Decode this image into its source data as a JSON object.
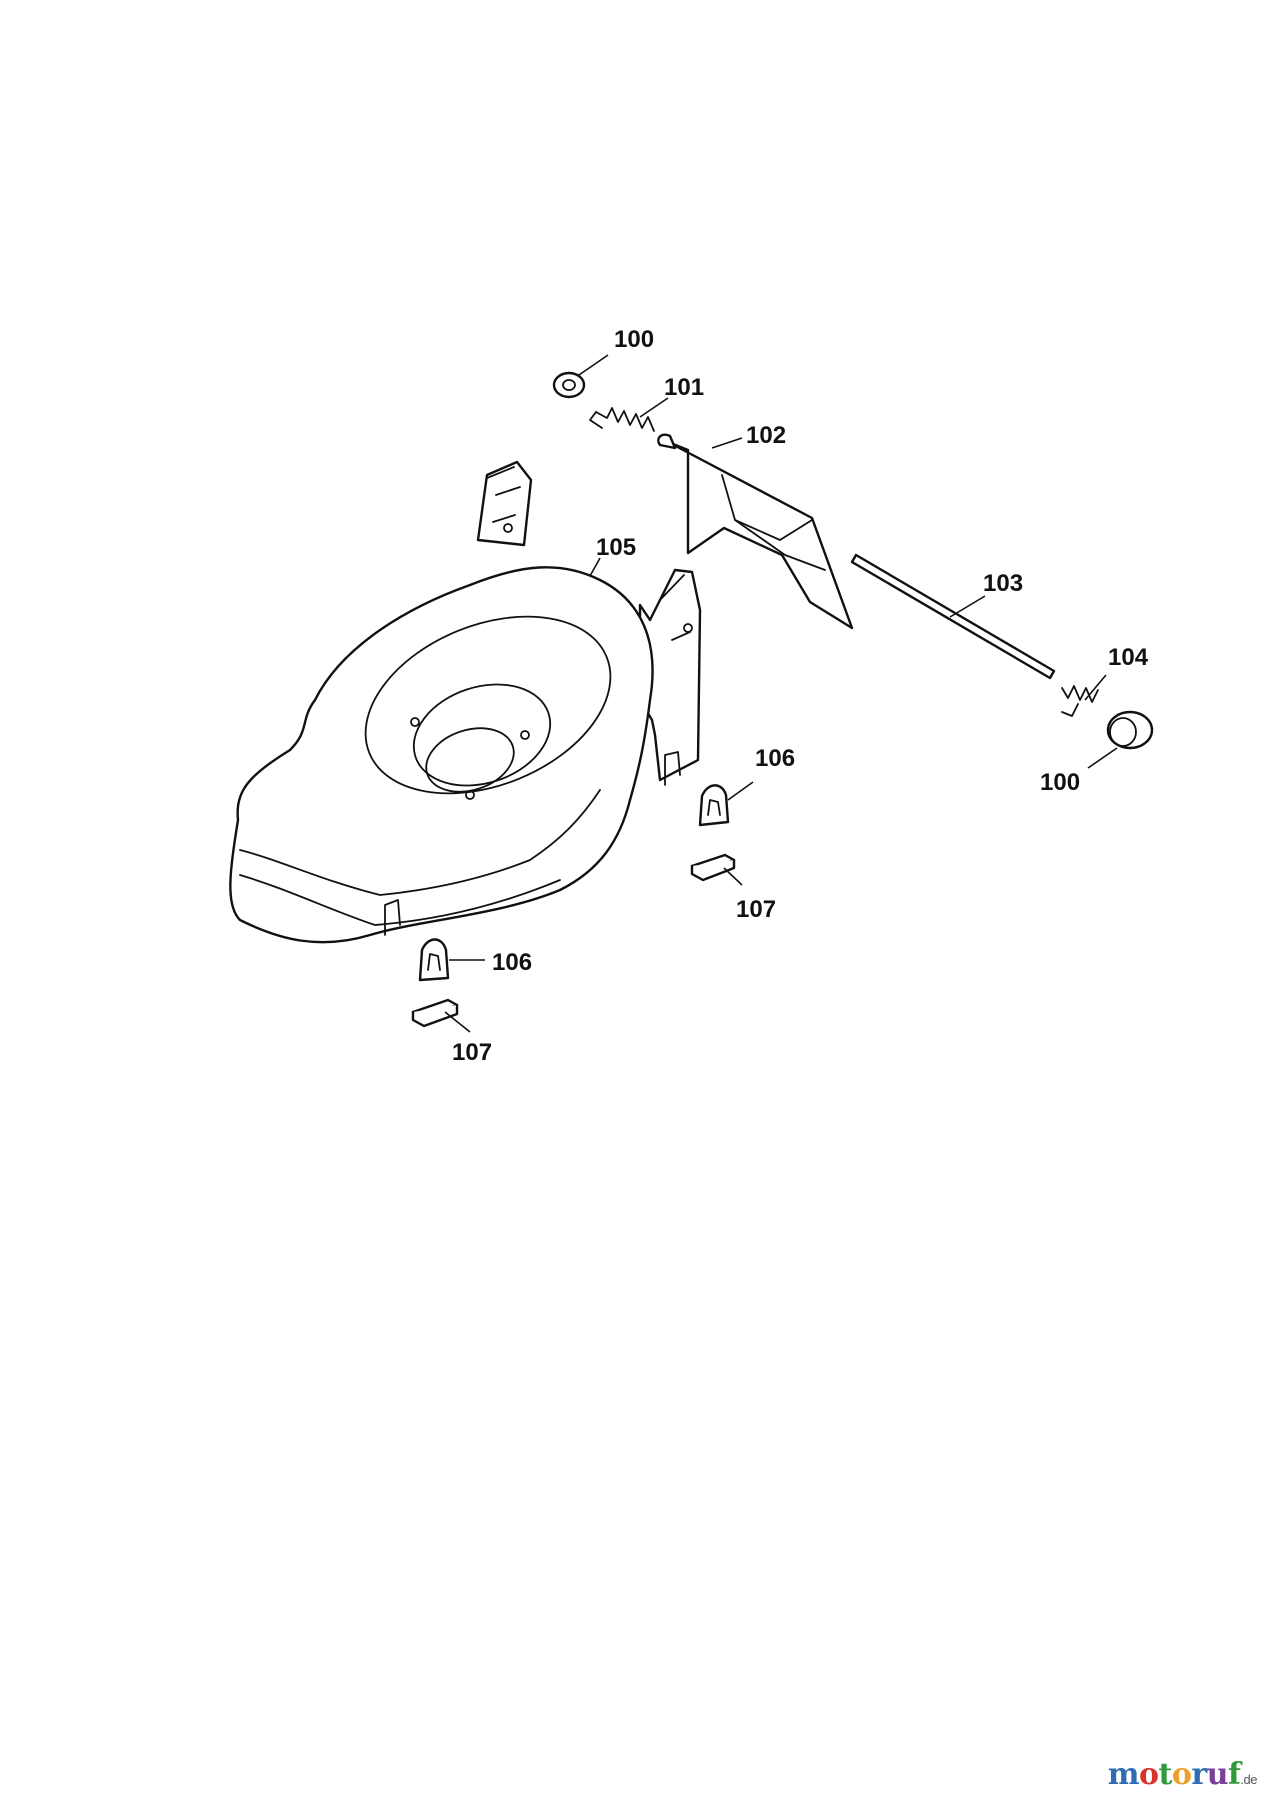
{
  "diagram": {
    "callouts": [
      {
        "id": "c100a",
        "label": "100"
      },
      {
        "id": "c101",
        "label": "101"
      },
      {
        "id": "c102",
        "label": "102"
      },
      {
        "id": "c103",
        "label": "103"
      },
      {
        "id": "c104",
        "label": "104"
      },
      {
        "id": "c100b",
        "label": "100"
      },
      {
        "id": "c105",
        "label": "105"
      },
      {
        "id": "c106a",
        "label": "106"
      },
      {
        "id": "c107a",
        "label": "107"
      },
      {
        "id": "c106b",
        "label": "106"
      },
      {
        "id": "c107b",
        "label": "107"
      }
    ]
  },
  "watermark": {
    "letters": [
      "m",
      "o",
      "t",
      "o",
      "r",
      "u",
      "f"
    ],
    "suffix": ".de",
    "colors": [
      "#2e6db4",
      "#d9322a",
      "#2f9a3c",
      "#f0a02a",
      "#2e6db4",
      "#7a3f98",
      "#2f9a3c"
    ]
  }
}
